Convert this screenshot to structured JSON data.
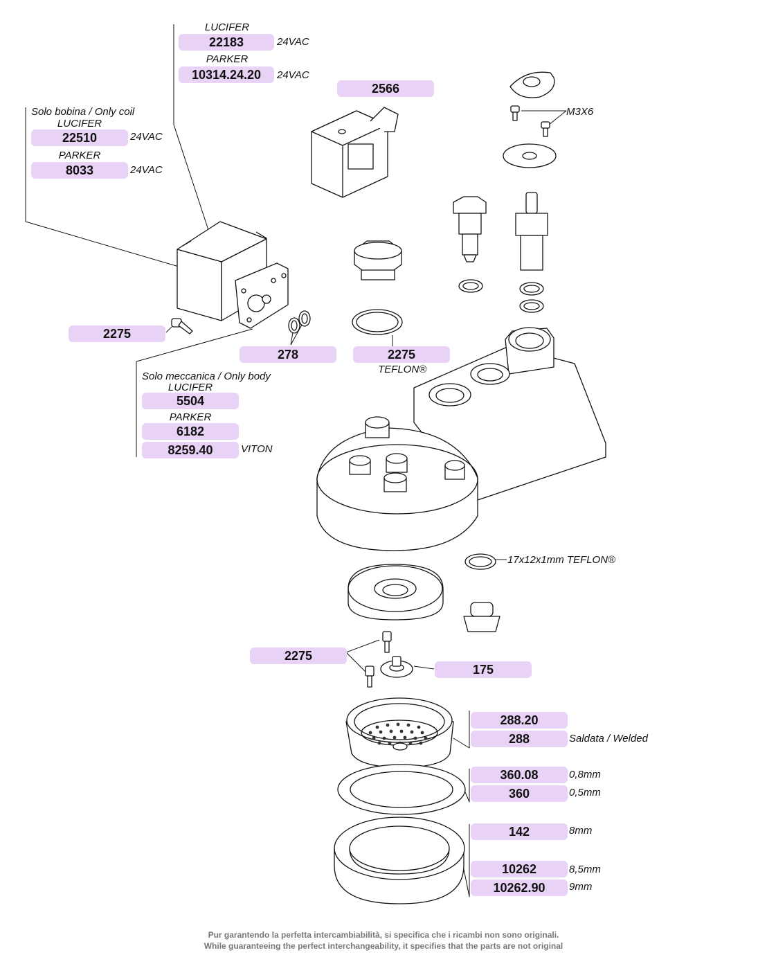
{
  "colors": {
    "pill": "#e8d3f6",
    "line": "#111111",
    "fill": "#ffffff",
    "footer": "#777777"
  },
  "groups": {
    "coil_connector": {
      "brand1": "LUCIFER",
      "code1": "22183",
      "volt1": "24VAC",
      "brand2": "PARKER",
      "code2": "10314.24.20",
      "volt2": "24VAC"
    },
    "only_coil": {
      "title": "Solo bobina / Only coil",
      "brand1": "LUCIFER",
      "code1": "22510",
      "volt1": "24VAC",
      "brand2": "PARKER",
      "code2": "8033",
      "volt2": "24VAC"
    },
    "only_body": {
      "title": "Solo meccanica / Only body",
      "brand1": "LUCIFER",
      "code1": "5504",
      "brand2": "PARKER",
      "code2": "6182",
      "code3": "8259.40",
      "note3": "VITON"
    }
  },
  "parts": {
    "plug": "2566",
    "screw_left": "2275",
    "oring_pair": "278",
    "seal_teflon": "2275",
    "seal_teflon_note": "TEFLON®",
    "screw_lower": "2275",
    "nut": "175",
    "filter1": "288.20",
    "filter2": "288",
    "filter_note": "Saldata / Welded",
    "gasket1": "360.08",
    "gasket1_note": "0,8mm",
    "gasket2": "360",
    "gasket2_note": "0,5mm",
    "ring1": "142",
    "ring1_note": "8mm",
    "ring2": "10262",
    "ring2_note": "8,5mm",
    "ring3": "10262.90",
    "ring3_note": "9mm"
  },
  "labels": {
    "m3x6": "M3X6",
    "teflon_oring": "17x12x1mm TEFLON®"
  },
  "footer": {
    "line1": "Pur garantendo la perfetta intercambiabilità, si specifica che i ricambi non sono originali.",
    "line2": "While guaranteeing the perfect interchangeability, it specifies that the parts are not original"
  }
}
